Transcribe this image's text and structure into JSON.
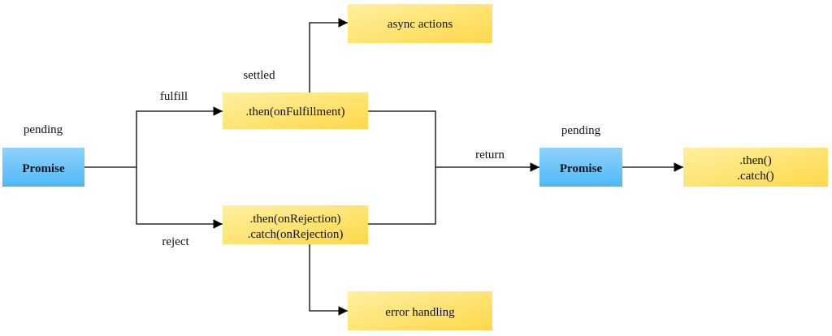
{
  "colors": {
    "promise_fill_top": "#8fd3ff",
    "promise_fill_bottom": "#4fb8f5",
    "handler_fill_top": "#fff0a0",
    "handler_fill_bottom": "#ffd84a",
    "line": "#000000",
    "text": "#111111"
  },
  "nodes": {
    "promise_start": {
      "label": "Promise"
    },
    "then_fulfill": {
      "label": ".then(onFulfillment)"
    },
    "then_reject": {
      "lines": [
        ".then(onRejection)",
        ".catch(onRejection)"
      ]
    },
    "async_actions": {
      "label": "async actions"
    },
    "error_handling": {
      "label": "error handling"
    },
    "promise_end": {
      "label": "Promise"
    },
    "then_catch": {
      "lines": [
        ".then()",
        ".catch()"
      ]
    }
  },
  "labels": {
    "pending_left": "pending",
    "pending_right": "pending",
    "settled": "settled",
    "fulfill": "fulfill",
    "reject": "reject",
    "return": "return"
  }
}
